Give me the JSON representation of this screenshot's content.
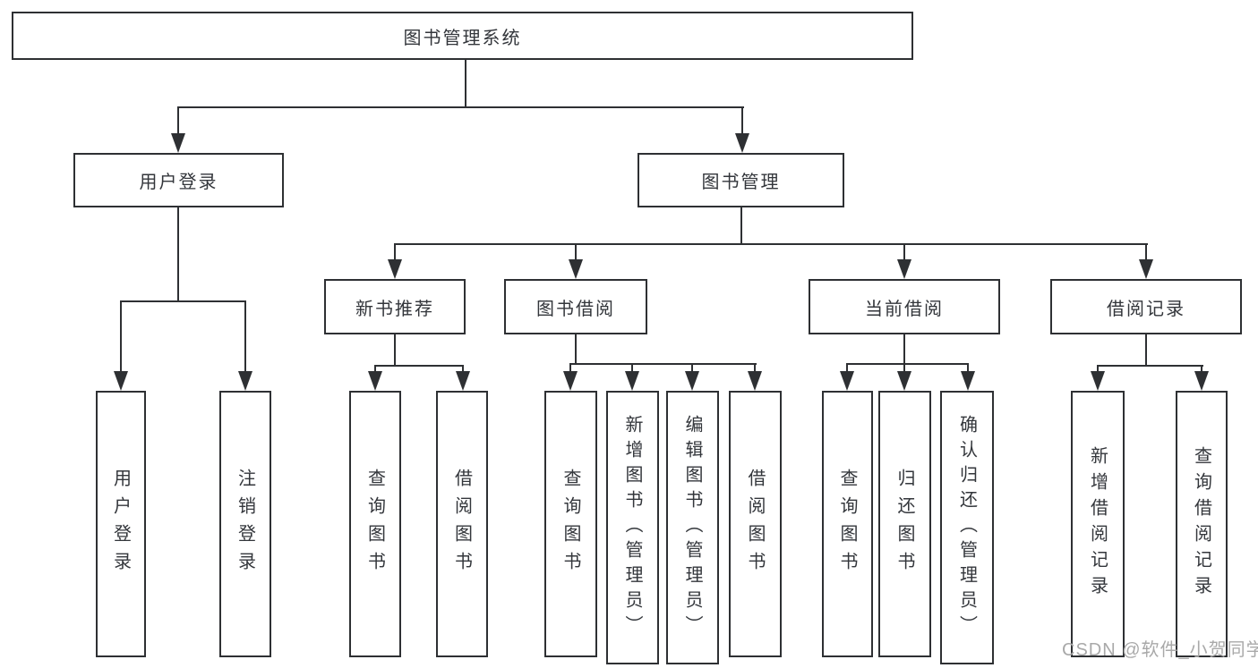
{
  "diagram_type": "hierarchy",
  "watermark": "CSDN @软件_小贺同学",
  "colors": {
    "line": "#2e3033",
    "text": "#33363b",
    "box_background": "#ffffff",
    "watermark": "#a9a9a9",
    "page_background": "#ffffff"
  },
  "tree": {
    "label": "图书管理系统",
    "children": [
      {
        "label": "用户登录",
        "children": [
          {
            "label": "用户登录"
          },
          {
            "label": "注销登录"
          }
        ]
      },
      {
        "label": "图书管理",
        "children": [
          {
            "label": "新书推荐",
            "children": [
              {
                "label": "查询图书"
              },
              {
                "label": "借阅图书"
              }
            ]
          },
          {
            "label": "图书借阅",
            "children": [
              {
                "label": "查询图书"
              },
              {
                "label": "新增图书（管理员）"
              },
              {
                "label": "编辑图书（管理员）"
              },
              {
                "label": "借阅图书"
              }
            ]
          },
          {
            "label": "当前借阅",
            "children": [
              {
                "label": "查询图书"
              },
              {
                "label": "归还图书"
              },
              {
                "label": "确认归还（管理员）"
              }
            ]
          },
          {
            "label": "借阅记录",
            "children": [
              {
                "label": "新增借阅记录"
              },
              {
                "label": "查询借阅记录"
              }
            ]
          }
        ]
      }
    ]
  }
}
